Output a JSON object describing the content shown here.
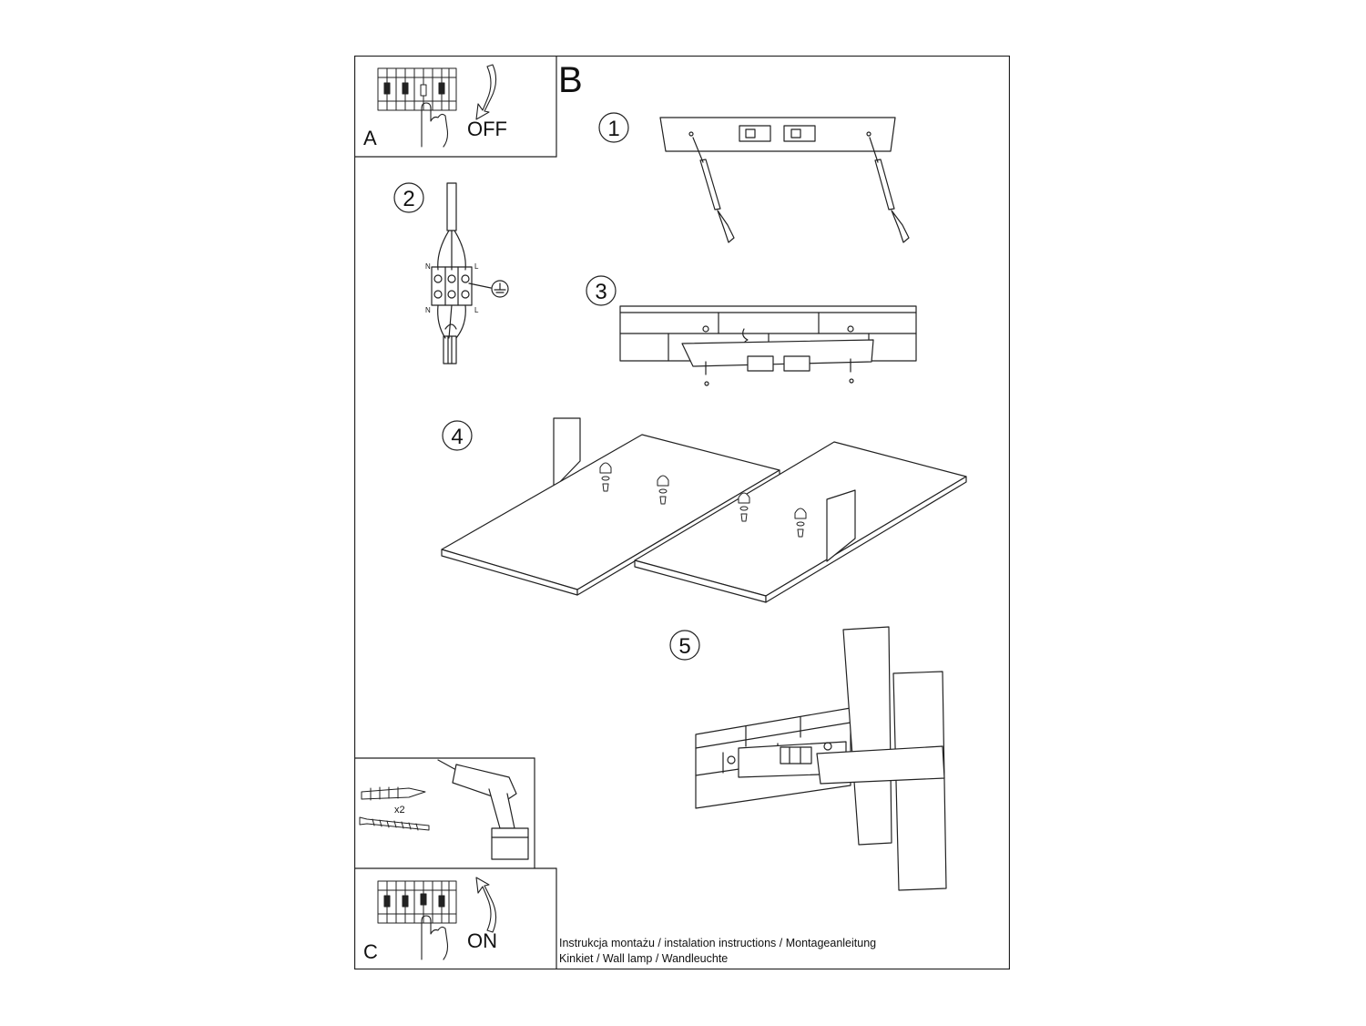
{
  "sheet": {
    "section_b_label": "B",
    "panel_a": {
      "label": "A",
      "switch_text": "OFF"
    },
    "panel_c": {
      "label": "C",
      "switch_text": "ON"
    },
    "tools": {
      "quantity": "x2"
    },
    "steps": [
      "1",
      "2",
      "3",
      "4",
      "5"
    ],
    "wiring": {
      "neutral": "N",
      "live": "L"
    },
    "caption": {
      "line1": "Instrukcja montażu / instalation instructions / Montageanleitung",
      "line2": "Kinkiet / Wall lamp / Wandleuchte"
    }
  }
}
